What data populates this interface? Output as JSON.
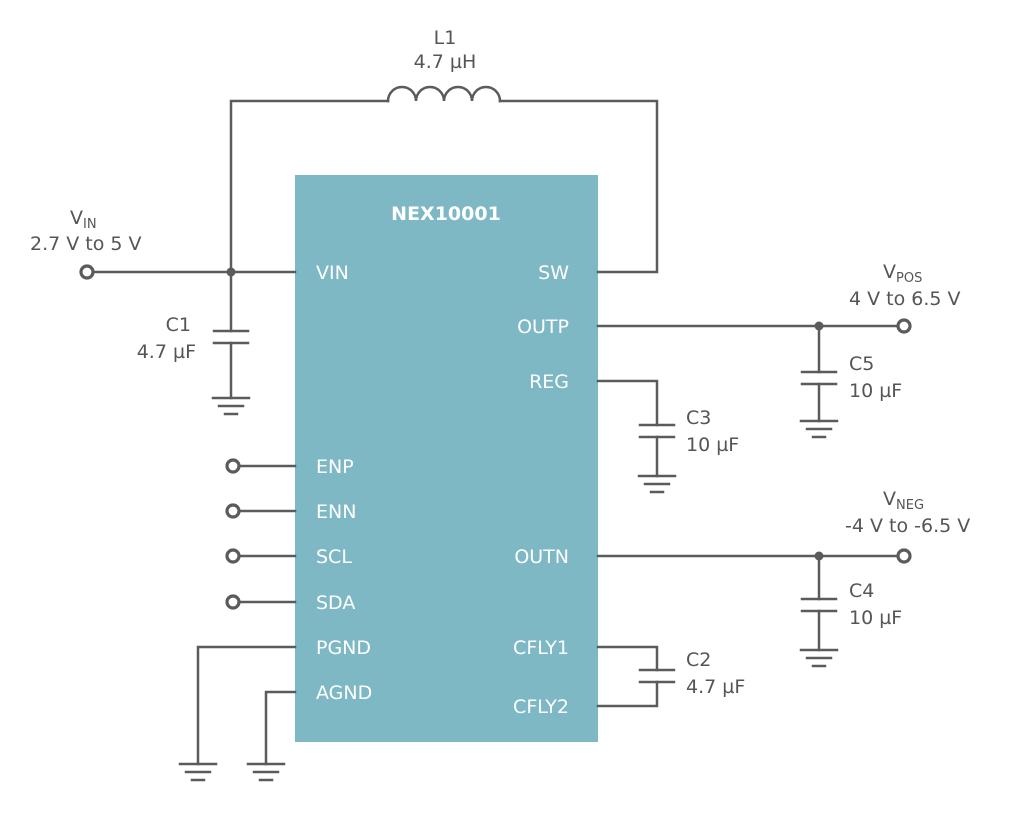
{
  "chip": {
    "name": "NEX10001",
    "color": "#7fb8c5",
    "pins_left": [
      "VIN",
      "ENP",
      "ENN",
      "SCL",
      "SDA",
      "PGND",
      "AGND"
    ],
    "pins_right": [
      "SW",
      "OUTP",
      "REG",
      "OUTN",
      "CFLY1",
      "CFLY2"
    ]
  },
  "inductor": {
    "ref": "L1",
    "value": "4.7 µH"
  },
  "capacitors": [
    {
      "ref": "C1",
      "value": "4.7 µF"
    },
    {
      "ref": "C2",
      "value": "4.7 µF"
    },
    {
      "ref": "C3",
      "value": "10 µF"
    },
    {
      "ref": "C4",
      "value": "10 µF"
    },
    {
      "ref": "C5",
      "value": "10 µF"
    }
  ],
  "terminals": {
    "vin": {
      "main": "V",
      "sub": "IN",
      "range": "2.7 V to 5 V"
    },
    "vpos": {
      "main": "V",
      "sub": "POS",
      "range": "4 V to 6.5 V"
    },
    "vneg": {
      "main": "V",
      "sub": "NEG",
      "range": "-4 V to -6.5 V"
    }
  },
  "colors": {
    "wire": "#5b5b5b",
    "text": "#555555",
    "chip_text": "#ffffff"
  }
}
